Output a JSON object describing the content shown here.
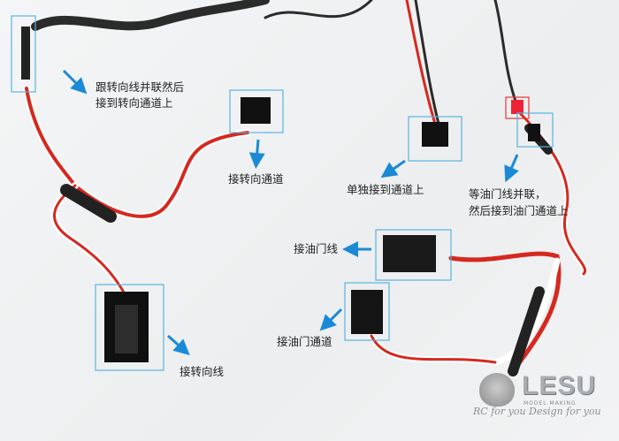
{
  "labels": {
    "parallel_steering_1": "跟转向线并联然后",
    "parallel_steering_2": "接到转向通道上",
    "steering_channel": "接转向通道",
    "separate_channel": "单独接到通道上",
    "parallel_throttle_1": "等油门线并联，",
    "parallel_throttle_2": "然后接到油门通道上",
    "throttle_wire": "接油门线",
    "throttle_channel": "接油门通道",
    "steering_wire": "接转向线"
  },
  "logo": {
    "brand": "LESU",
    "subtitle": "MODEL MAKING",
    "tagline": "RC for you Design for you"
  },
  "colors": {
    "callout": "#5ab4e0",
    "arrow": "#1a8ad6",
    "wire_red": "#d6281f",
    "wire_black": "#2a2a2a",
    "wire_white": "#ffffff"
  }
}
